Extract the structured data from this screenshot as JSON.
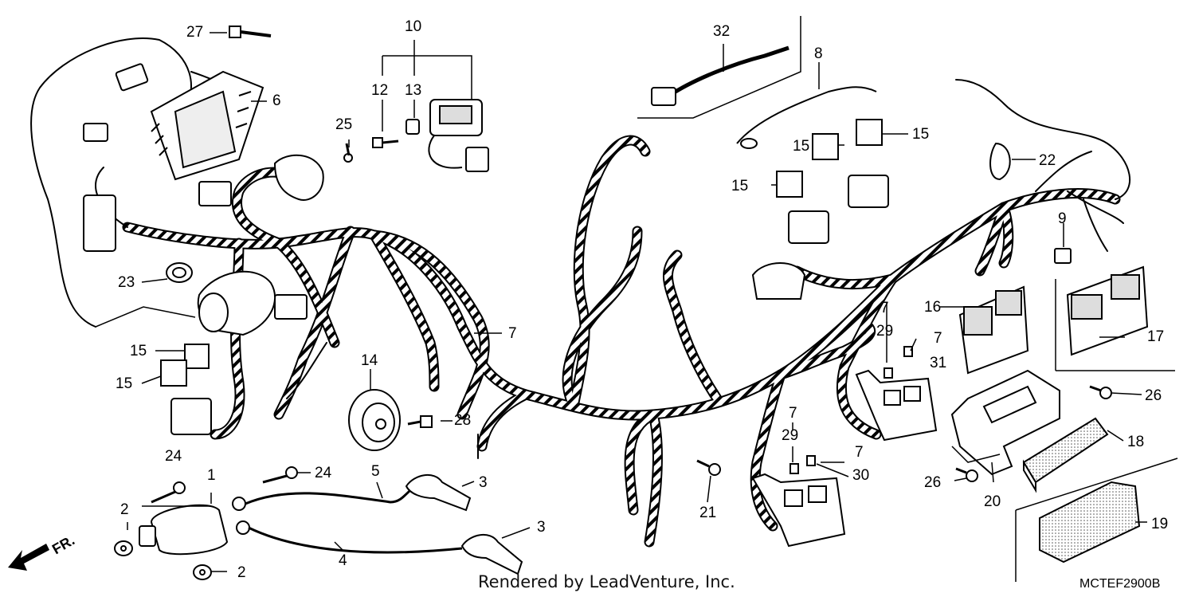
{
  "diagram": {
    "callouts": [
      {
        "id": "c27",
        "text": "27"
      },
      {
        "id": "c6",
        "text": "6"
      },
      {
        "id": "c10",
        "text": "10"
      },
      {
        "id": "c12",
        "text": "12"
      },
      {
        "id": "c13",
        "text": "13"
      },
      {
        "id": "c25",
        "text": "25"
      },
      {
        "id": "c32",
        "text": "32"
      },
      {
        "id": "c8",
        "text": "8"
      },
      {
        "id": "c15a",
        "text": "15"
      },
      {
        "id": "c15b",
        "text": "15"
      },
      {
        "id": "c15c",
        "text": "15"
      },
      {
        "id": "c22",
        "text": "22"
      },
      {
        "id": "c9",
        "text": "9"
      },
      {
        "id": "c23",
        "text": "23"
      },
      {
        "id": "c15d",
        "text": "15"
      },
      {
        "id": "c15e",
        "text": "15"
      },
      {
        "id": "c7a",
        "text": "7"
      },
      {
        "id": "c14",
        "text": "14"
      },
      {
        "id": "c28",
        "text": "28"
      },
      {
        "id": "c7b",
        "text": "7"
      },
      {
        "id": "c29a",
        "text": "29"
      },
      {
        "id": "c7c",
        "text": "7"
      },
      {
        "id": "c31",
        "text": "31"
      },
      {
        "id": "c16",
        "text": "16"
      },
      {
        "id": "c17",
        "text": "17"
      },
      {
        "id": "c26a",
        "text": "26"
      },
      {
        "id": "c18",
        "text": "18"
      },
      {
        "id": "c24a",
        "text": "24"
      },
      {
        "id": "c1",
        "text": "1"
      },
      {
        "id": "c24b",
        "text": "24"
      },
      {
        "id": "c5",
        "text": "5"
      },
      {
        "id": "c3a",
        "text": "3"
      },
      {
        "id": "c3b",
        "text": "3"
      },
      {
        "id": "c2a",
        "text": "2"
      },
      {
        "id": "c2b",
        "text": "2"
      },
      {
        "id": "c4",
        "text": "4"
      },
      {
        "id": "c21",
        "text": "21"
      },
      {
        "id": "c7d",
        "text": "7"
      },
      {
        "id": "c29b",
        "text": "29"
      },
      {
        "id": "c7e",
        "text": "7"
      },
      {
        "id": "c30",
        "text": "30"
      },
      {
        "id": "c26b",
        "text": "26"
      },
      {
        "id": "c20",
        "text": "20"
      },
      {
        "id": "c19",
        "text": "19"
      }
    ],
    "direction_label": "FR.",
    "credit": "Rendered by LeadVenture, Inc.",
    "diagram_code": "MCTEF2900B"
  }
}
